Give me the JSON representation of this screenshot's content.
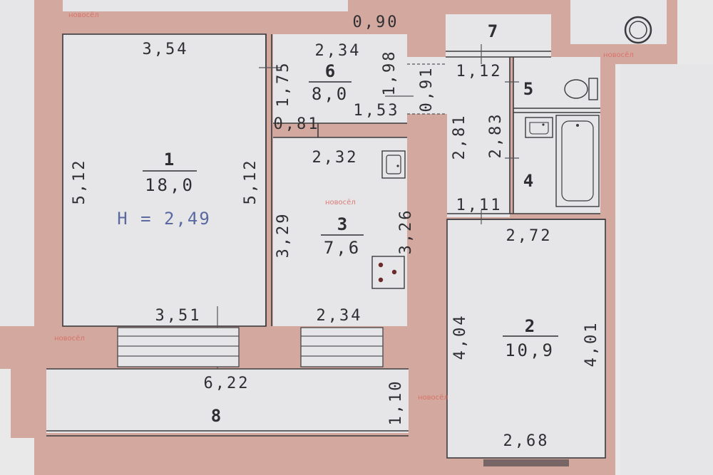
{
  "plan": {
    "height_label": "H = 2,49",
    "rooms": [
      {
        "id": "1",
        "number": "1",
        "area": "18,0"
      },
      {
        "id": "2",
        "number": "2",
        "area": "10,9"
      },
      {
        "id": "3",
        "number": "3",
        "area": "7,6"
      },
      {
        "id": "4",
        "number": "4",
        "area": ""
      },
      {
        "id": "5",
        "number": "5",
        "area": ""
      },
      {
        "id": "6",
        "number": "6",
        "area": "8,0"
      },
      {
        "id": "7",
        "number": "7",
        "area": ""
      },
      {
        "id": "8",
        "number": "8",
        "area": ""
      }
    ],
    "dimensions": {
      "d_354": "3,54",
      "d_512_left": "5,12",
      "d_512_right": "5,12",
      "d_351": "3,51",
      "d_622": "6,22",
      "d_090": "0,90",
      "d_234_top": "2,34",
      "d_175": "1,75",
      "d_198": "1,98",
      "d_153": "1,53",
      "d_081": "0,81",
      "d_091": "0,91",
      "d_232": "2,32",
      "d_329": "3,29",
      "d_326": "3,26",
      "d_234_bottom": "2,34",
      "d_110": "1,10",
      "d_112": "1,12",
      "d_281": "2,81",
      "d_283": "2,83",
      "d_111": "1,11",
      "d_272": "2,72",
      "d_404": "4,04",
      "d_401": "4,01",
      "d_268": "2,68"
    },
    "watermark_text": "новосёл",
    "colors": {
      "wall": "#d3a99f",
      "floor": "#e6e6e8",
      "ink": "#2f2f33",
      "height_label": "#5a6aa0",
      "watermark": "#d9685f"
    }
  }
}
